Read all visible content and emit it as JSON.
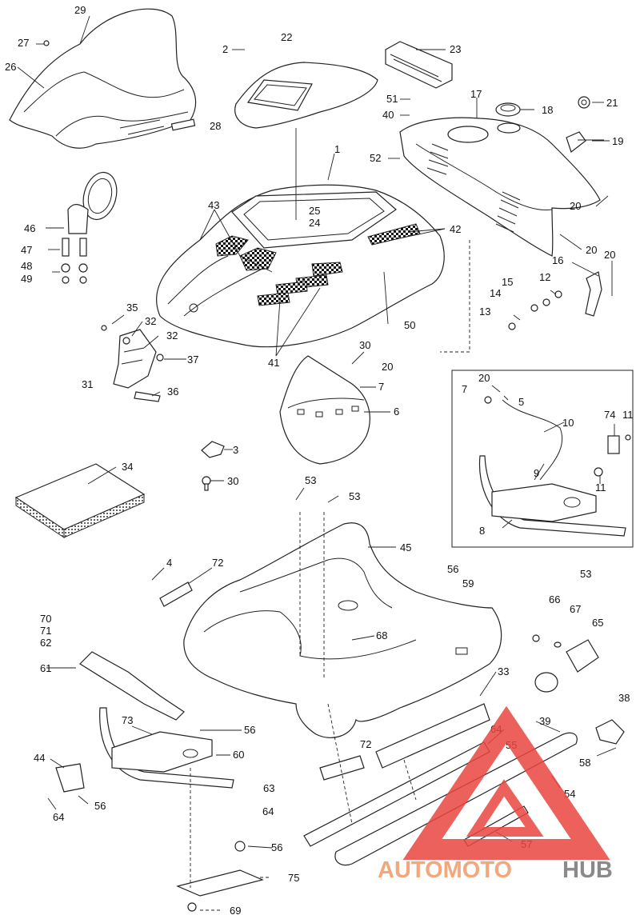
{
  "diagram": {
    "labels": {
      "l1": "1",
      "l2": "2",
      "l3": "3",
      "l4": "4",
      "l5": "5",
      "l6": "6",
      "l7a": "7",
      "l7b": "7",
      "l8": "8",
      "l9": "9",
      "l10": "10",
      "l11a": "11",
      "l11b": "11",
      "l12": "12",
      "l13": "13",
      "l14": "14",
      "l15": "15",
      "l16": "16",
      "l17": "17",
      "l18": "18",
      "l19": "19",
      "l20a": "20",
      "l20b": "20",
      "l20c": "20",
      "l20d": "20",
      "l20e": "20",
      "l21": "21",
      "l22": "22",
      "l23": "23",
      "l24": "24",
      "l25": "25",
      "l26": "26",
      "l27": "27",
      "l28": "28",
      "l29": "29",
      "l30a": "30",
      "l30b": "30",
      "l31": "31",
      "l32a": "32",
      "l32b": "32",
      "l33": "33",
      "l34": "34",
      "l35": "35",
      "l36": "36",
      "l37": "37",
      "l38": "38",
      "l39": "39",
      "l40": "40",
      "l41": "41",
      "l42": "42",
      "l43": "43",
      "l44": "44",
      "l45": "45",
      "l46": "46",
      "l47": "47",
      "l48": "48",
      "l49": "49",
      "l50": "50",
      "l51": "51",
      "l52": "52",
      "l53a": "53",
      "l53b": "53",
      "l53c": "53",
      "l54": "54",
      "l55": "55",
      "l56a": "56",
      "l56b": "56",
      "l56c": "56",
      "l56d": "56",
      "l57": "57",
      "l58": "58",
      "l59": "59",
      "l60": "60",
      "l61": "61",
      "l62": "62",
      "l63": "63",
      "l64a": "64",
      "l64b": "64",
      "l64c": "64",
      "l65": "65",
      "l66": "66",
      "l67": "67",
      "l68": "68",
      "l69": "69",
      "l70": "70",
      "l71": "71",
      "l72a": "72",
      "l72b": "72",
      "l73": "73",
      "l74": "74",
      "l75": "75"
    }
  },
  "watermark": {
    "text_a": "AUTOMOTO",
    "text_b": "HUB",
    "color_a": "#f2a87c",
    "color_b": "#8a8a8a",
    "triangle_color": "#e9463f"
  }
}
